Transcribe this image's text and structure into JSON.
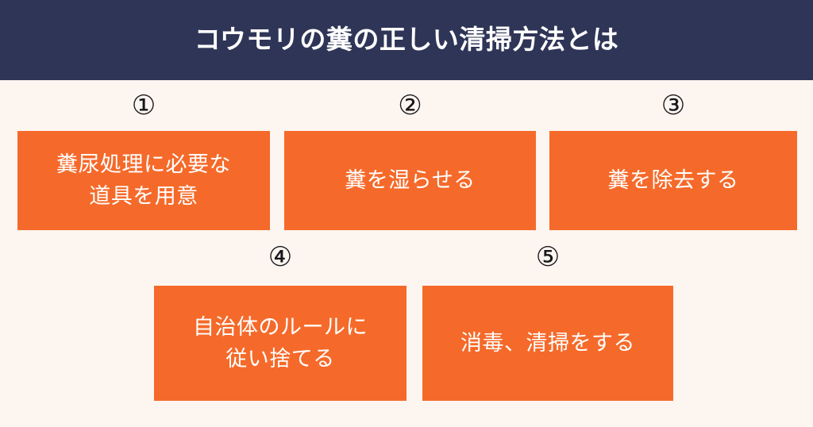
{
  "header": {
    "title": "コウモリの糞の正しい清掃方法とは",
    "background_color": "#2f3557",
    "text_color": "#ffffff"
  },
  "theme": {
    "page_background": "#fdf5f0",
    "accent_color": "#f56a2a",
    "number_color": "#16161a",
    "box_text_color": "#ffffff"
  },
  "steps": [
    {
      "number": "①",
      "label": "糞尿処理に必要な\n道具を用意"
    },
    {
      "number": "②",
      "label": "糞を湿らせる"
    },
    {
      "number": "③",
      "label": "糞を除去する"
    },
    {
      "number": "④",
      "label": "自治体のルールに\n従い捨てる"
    },
    {
      "number": "⑤",
      "label": "消毒、清掃をする"
    }
  ]
}
